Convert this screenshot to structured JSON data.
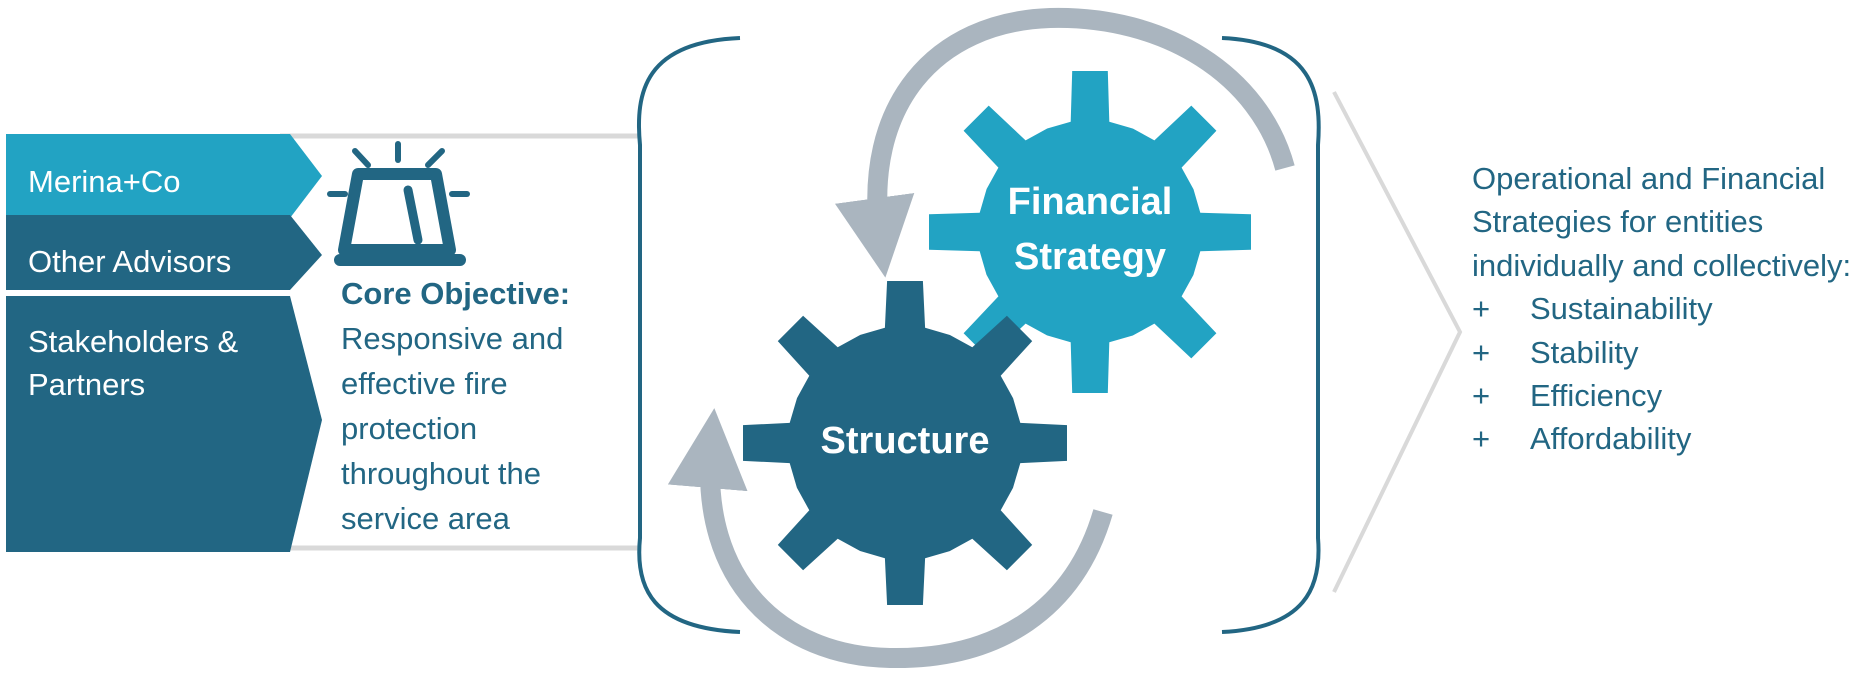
{
  "left_tabs": [
    {
      "label": "Merina+Co",
      "color": "#22a3c3"
    },
    {
      "label": "Other Advisors",
      "color": "#226683"
    },
    {
      "label": "Stakeholders & Partners",
      "color": "#226683"
    }
  ],
  "core_objective": {
    "icon": "alarm-siren-icon",
    "title": "Core Objective:",
    "body": "Responsive and effective fire protection throughout the service area"
  },
  "gears": {
    "financial_strategy": {
      "label": "Financial Strategy",
      "color": "#22a3c3"
    },
    "structure": {
      "label": "Structure",
      "color": "#226683"
    }
  },
  "outcome": {
    "intro": "Operational and Financial Strategies for entities individually and collectively:",
    "items": [
      "Sustainability",
      "Stability",
      "Efficiency",
      "Affordability"
    ],
    "bullet": "+"
  },
  "colors": {
    "primary_dark": "#226683",
    "primary_light": "#22a3c3",
    "arrow_gray": "#aab5bf",
    "chevron_gray": "#d9d9d9"
  }
}
